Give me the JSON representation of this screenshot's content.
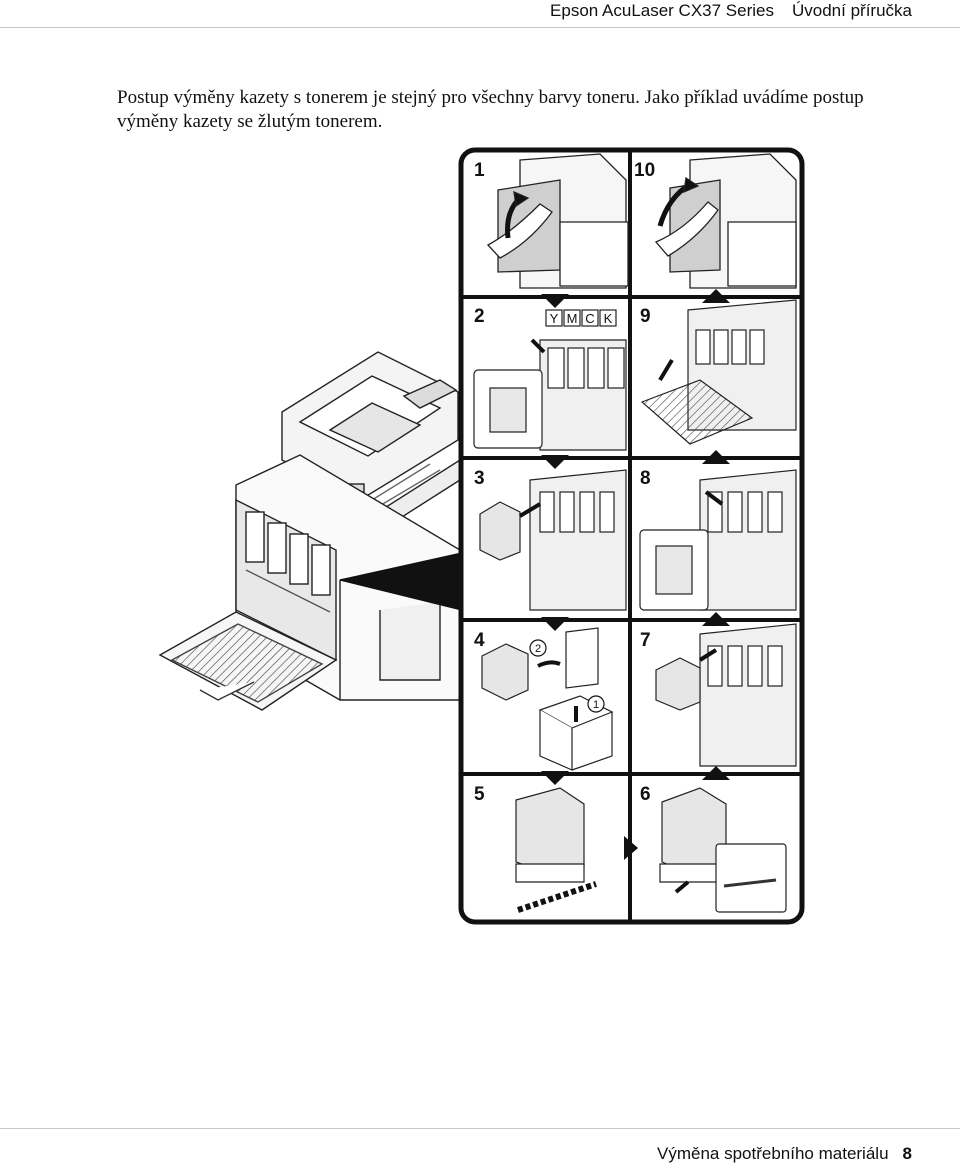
{
  "header": {
    "product": "Epson AcuLaser CX37 Series",
    "guide": "Úvodní příručka"
  },
  "intro_text": "Postup výměny kazety s tonerem je stejný pro všechny barvy toneru. Jako příklad uvádíme postup výměny kazety se žlutým tonerem.",
  "figure": {
    "steps": [
      "1",
      "2",
      "3",
      "4",
      "5",
      "10",
      "9",
      "8",
      "7",
      "6"
    ],
    "toner_labels": [
      "Y",
      "M",
      "C",
      "K"
    ],
    "callouts": [
      "2",
      "1"
    ]
  },
  "footer": {
    "section": "Výměna spotřebního materiálu",
    "page": "8"
  }
}
